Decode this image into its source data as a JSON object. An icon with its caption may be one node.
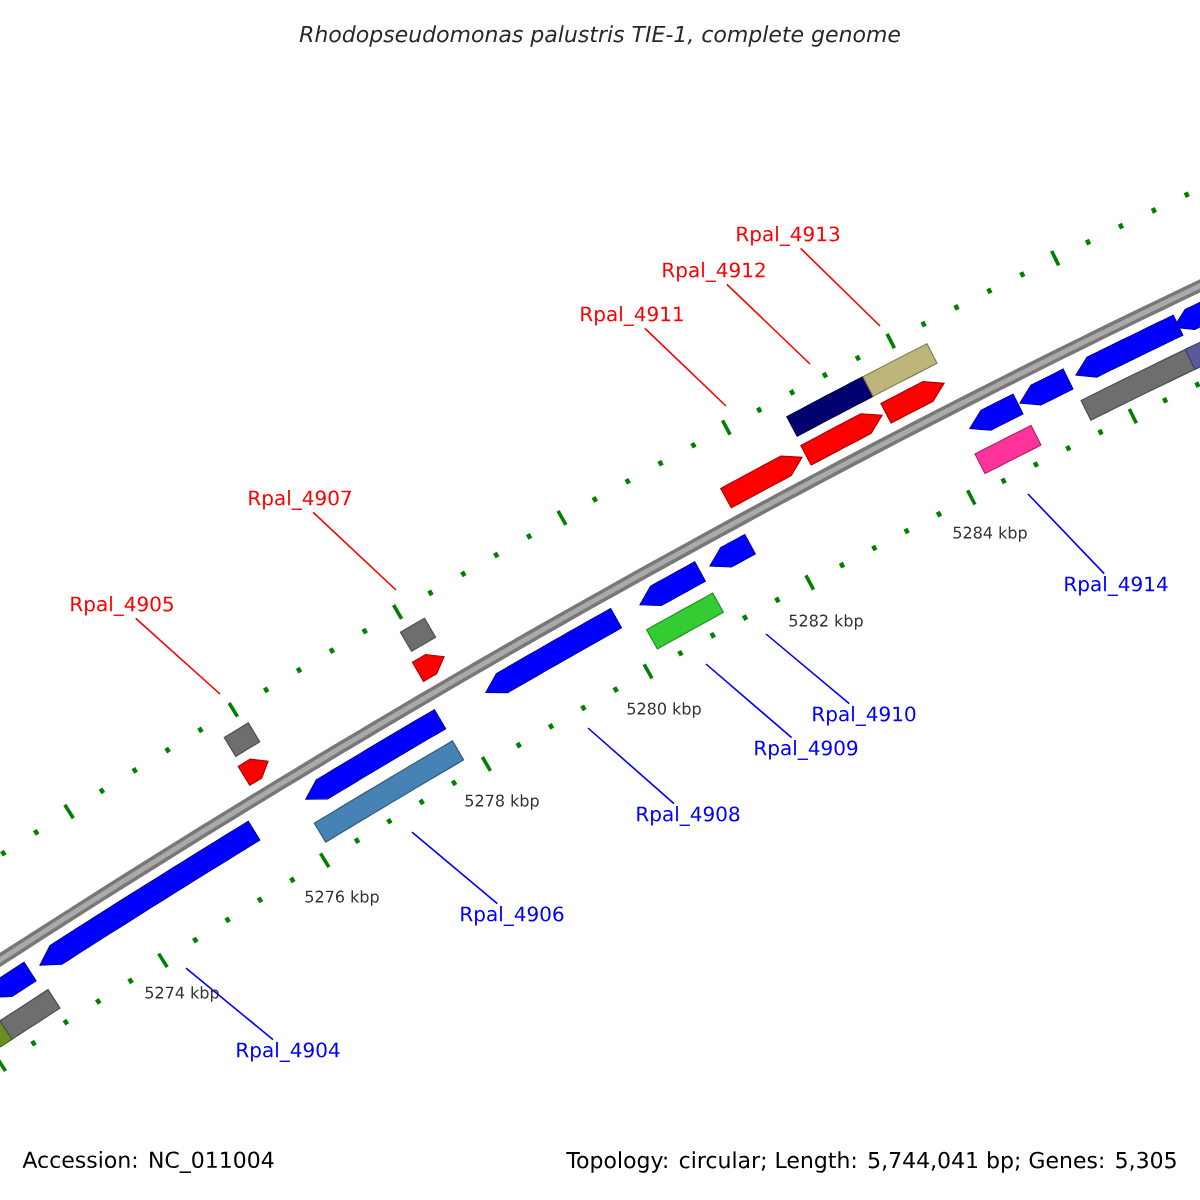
{
  "diagram": {
    "title": "Rhodopseudomonas palustris TIE-1, complete genome",
    "nodes": [
      {
        "text": [
          "Rpal_4913"
        ]
      },
      {
        "text": [
          "Rpal_4912"
        ]
      },
      {
        "text": [
          "Rpal_4911"
        ]
      },
      {
        "text": [
          "Rpal_4907"
        ]
      },
      {
        "text": [
          "Rpal_4914"
        ]
      },
      {
        "text": [
          "Rpal_4905"
        ]
      },
      {
        "text": [
          "Rpal_4910"
        ]
      },
      {
        "text": [
          "Rpal_4909"
        ]
      },
      {
        "text": [
          "Rpal_4908"
        ]
      },
      {
        "text": [
          "Rpal_4906"
        ]
      },
      {
        "text": [
          "Rpal_4904"
        ]
      }
    ],
    "edges": [
      {
        "from": 0,
        "to": null,
        "arrow": "none",
        "color": "#ff0000"
      },
      {
        "from": 1,
        "to": null,
        "arrow": "none",
        "color": "#ff0000"
      },
      {
        "from": 2,
        "to": null,
        "arrow": "none",
        "color": "#ff0000"
      },
      {
        "from": 3,
        "to": null,
        "arrow": "none",
        "color": "#ff0000"
      },
      {
        "from": 4,
        "to": null,
        "arrow": "none"
      },
      {
        "from": 5,
        "to": null,
        "arrow": "none",
        "color": "#ff0000"
      },
      {
        "from": 6,
        "to": null,
        "arrow": "none"
      },
      {
        "from": 7,
        "to": null,
        "arrow": "none"
      },
      {
        "from": 8,
        "to": null,
        "arrow": "none"
      },
      {
        "from": 9,
        "to": null,
        "arrow": "none"
      },
      {
        "from": 10,
        "to": null,
        "arrow": "none"
      }
    ],
    "labels": [
      "5284 kbp",
      "5282 kbp",
      "5280 kbp",
      "5278 kbp",
      "5276 kbp",
      "5274 kbp",
      "Accession: NC_011004",
      "Topology: circular; Length: 5,744,041 bp; Genes: 5,305"
    ]
  }
}
